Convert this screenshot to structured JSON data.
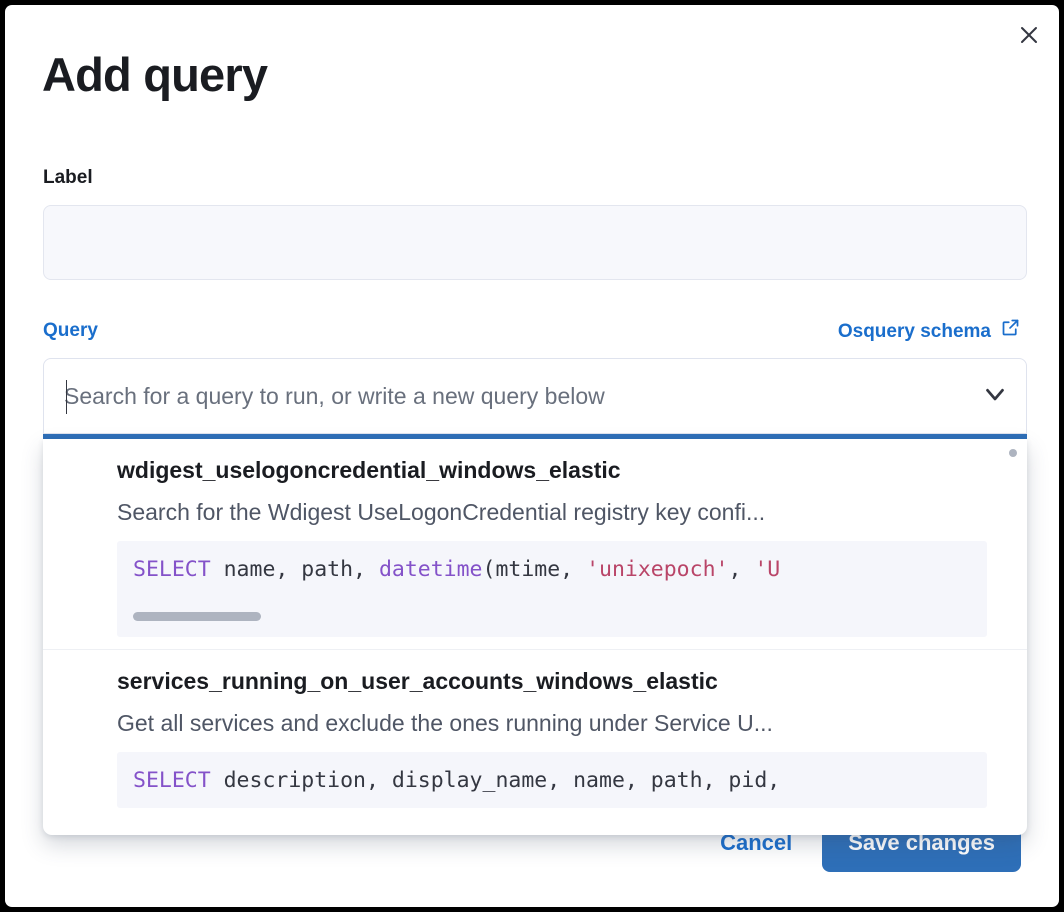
{
  "modal": {
    "title": "Add query",
    "close_icon": "close-icon"
  },
  "label_field": {
    "label": "Label",
    "value": "",
    "placeholder": ""
  },
  "query_section": {
    "label": "Query",
    "schema_link_text": "Osquery schema",
    "schema_link_icon": "external-link-icon"
  },
  "combobox": {
    "value": "",
    "placeholder": "Search for a query to run, or write a new query below",
    "chevron_icon": "chevron-down-icon",
    "focus_color": "#2e6fb8"
  },
  "dropdown": {
    "items": [
      {
        "title": "wdigest_uselogoncredential_windows_elastic",
        "description": "Search for the Wdigest UseLogonCredential registry key confi...",
        "code_tokens": [
          {
            "t": "SELECT",
            "c": "kw"
          },
          {
            "t": " name, path, ",
            "c": "pn"
          },
          {
            "t": "datetime",
            "c": "fn"
          },
          {
            "t": "(mtime, ",
            "c": "pn"
          },
          {
            "t": "'unixepoch'",
            "c": "str"
          },
          {
            "t": ", ",
            "c": "pn"
          },
          {
            "t": "'U",
            "c": "str"
          }
        ]
      },
      {
        "title": "services_running_on_user_accounts_windows_elastic",
        "description": "Get all services and exclude the ones running under Service U...",
        "code_tokens": [
          {
            "t": "SELECT",
            "c": "kw"
          },
          {
            "t": " description, display_name, name, path, pid,",
            "c": "pn"
          }
        ]
      }
    ]
  },
  "footer": {
    "cancel_label": "Cancel",
    "save_label": "Save changes",
    "save_color": "#2e6fb8"
  }
}
